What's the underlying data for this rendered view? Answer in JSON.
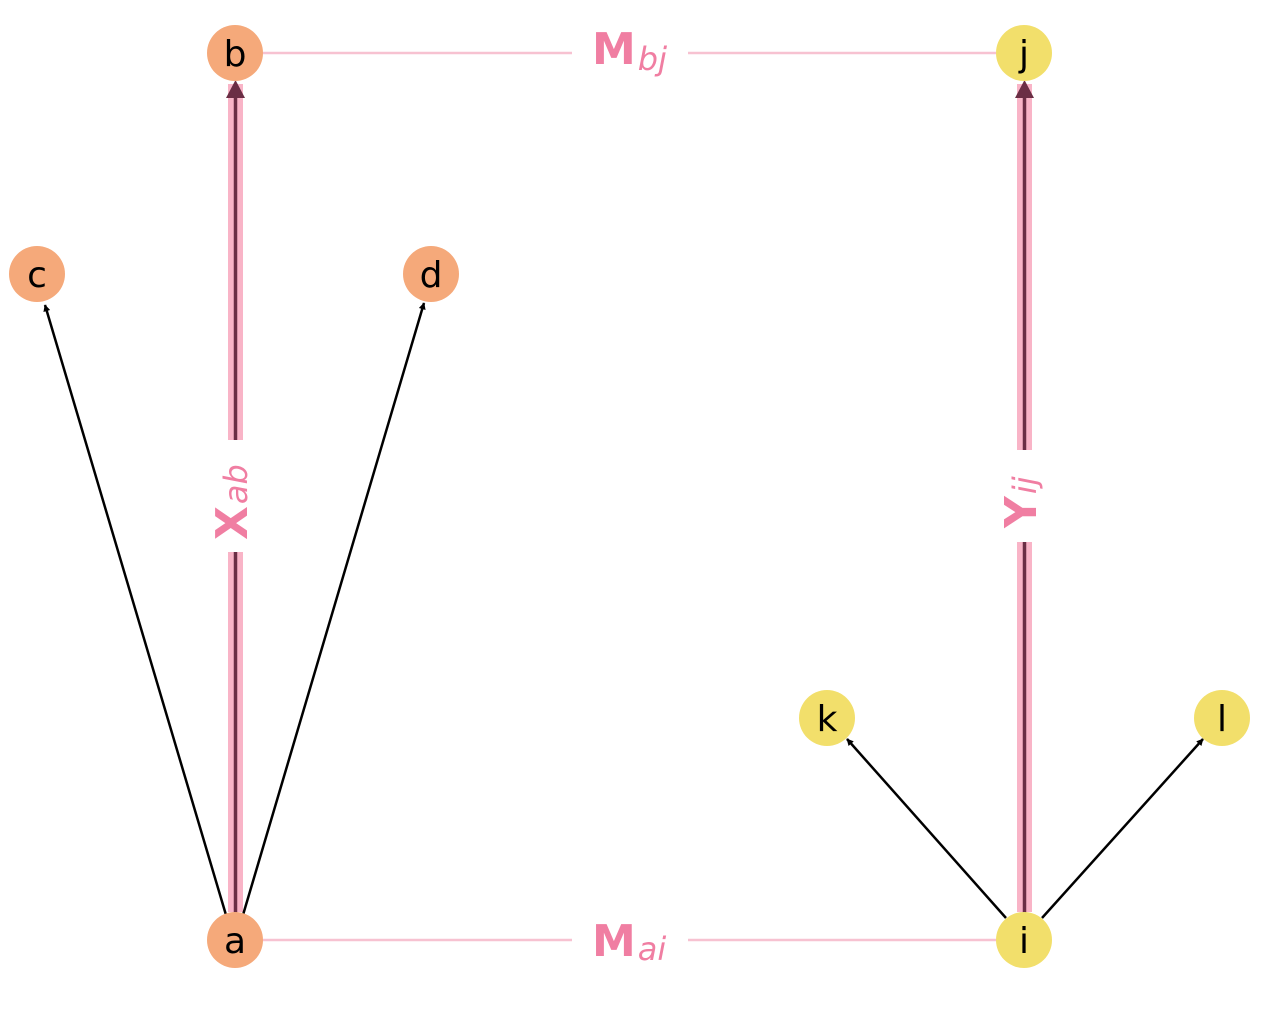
{
  "colors": {
    "orange_node": "#F5A97A",
    "yellow_node": "#F2DF6B",
    "pink_text": "#F07EA2",
    "pink_band": "#F9B4C7",
    "pink_line": "#F7C2D1",
    "dark_arrow": "#6B2E45",
    "black_arrow": "#000000"
  },
  "nodes": {
    "a": {
      "label": "a"
    },
    "b": {
      "label": "b"
    },
    "c": {
      "label": "c"
    },
    "d": {
      "label": "d"
    },
    "i": {
      "label": "i"
    },
    "j": {
      "label": "j"
    },
    "k": {
      "label": "k"
    },
    "l": {
      "label": "l"
    }
  },
  "edge_labels": {
    "m_bj": {
      "main": "M",
      "sub": "bj"
    },
    "m_ai": {
      "main": "M",
      "sub": "ai"
    },
    "x_ab": {
      "main": "X",
      "sub": "ab"
    },
    "y_ij": {
      "main": "Y",
      "sub": "ij"
    }
  }
}
